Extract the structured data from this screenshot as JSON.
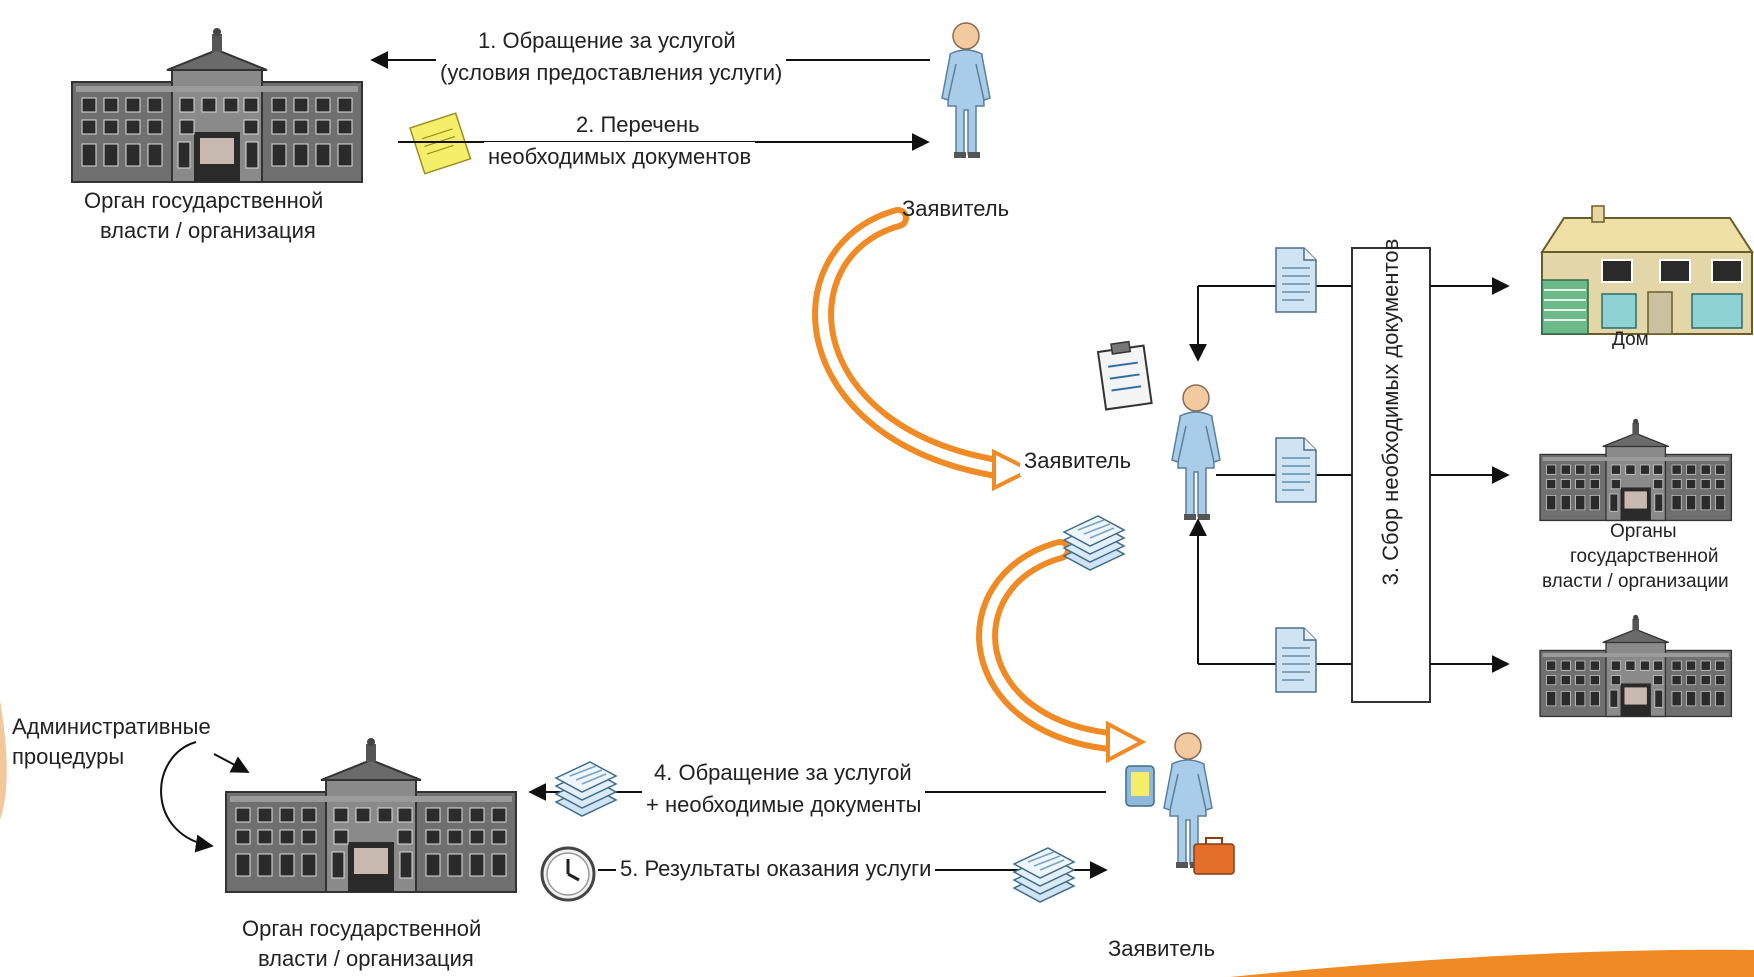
{
  "steps": {
    "step1_line1": "1. Обращение за услугой",
    "step1_line2": "(условия предоставления услуги)",
    "step2_line1": "2. Перечень",
    "step2_line2": "необходимых документов",
    "step3": "3. Сбор необходимых документов",
    "step4_line1": "4. Обращение за услугой",
    "step4_line2": "+ необходимые документы",
    "step5": "5. Результаты оказания услуги"
  },
  "actors": {
    "applicant_top": "Заявитель",
    "applicant_middle": "Заявитель",
    "applicant_bottom": "Заявитель",
    "authority_top_line1": "Орган государственной",
    "authority_top_line2": "власти / организация",
    "authority_bottom_line1": "Орган государственной",
    "authority_bottom_line2": "власти / организация",
    "home": "Дом",
    "authorities_right_line1": "Органы",
    "authorities_right_line2": "государственной",
    "authorities_right_line3": "власти / организации"
  },
  "admin": {
    "line1": "Административные",
    "line2": "процедуры"
  },
  "colors": {
    "accent_orange": "#f08a24",
    "person_blue": "#a9cde8",
    "skin": "#f3c9a0",
    "building_gray": "#7d7d7d",
    "window_dark": "#2f2f2f",
    "document_blue": "#cfe3f2",
    "note_yellow": "#f5ee6a"
  },
  "icons": [
    "government-building-icon",
    "person-icon",
    "document-icon",
    "document-stack-icon",
    "clipboard-icon",
    "sticky-note-icon",
    "clock-icon",
    "briefcase-icon",
    "house-icon"
  ]
}
